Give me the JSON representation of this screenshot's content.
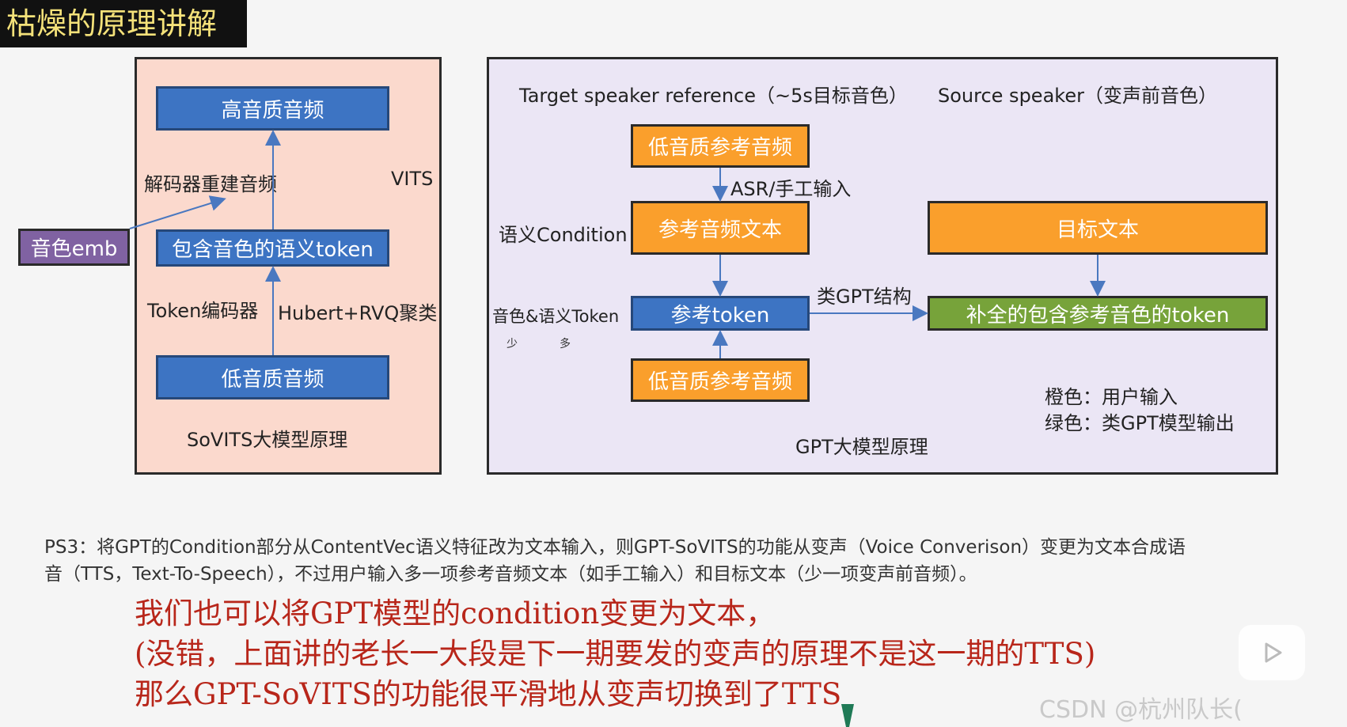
{
  "header": {
    "title": "枯燥的原理讲解"
  },
  "sovits": {
    "top_box": "高音质音频",
    "decode_label": "解码器重建音频",
    "vits_label": "VITS",
    "timbre_box": "音色emb",
    "token_box": "包含音色的语义token",
    "token_encoder_label": "Token编码器",
    "hubert_label": "Hubert+RVQ聚类",
    "bottom_box": "低音质音频",
    "caption": "SoVITS大模型原理"
  },
  "gpt": {
    "target_ref_label": "Target speaker reference（~5s目标音色）",
    "source_label": "Source speaker（变声前音色）",
    "ref_audio_top": "低音质参考音频",
    "asr_label": "ASR/手工输入",
    "semantic_condition_label": "语义Condition",
    "ref_text_box": "参考音频文本",
    "target_text_box": "目标文本",
    "gpt_struct_label": "类GPT结构",
    "timbre_semantic_label": "音色&语义Token",
    "less_label": "少",
    "more_label": "多",
    "ref_token_box": "参考token",
    "completed_box": "补全的包含参考音色的token",
    "ref_audio_bottom": "低音质参考音频",
    "legend_orange": "橙色：用户输入",
    "legend_green": "绿色：类GPT模型输出",
    "caption": "GPT大模型原理"
  },
  "note": {
    "line1": "PS3：将GPT的Condition部分从ContentVec语义特征改为文本输入，则GPT-SoVITS的功能从变声（Voice Converison）变更为文本合成语",
    "line2": "音（TTS，Text-To-Speech），不过用户输入多一项参考音频文本（如手工输入）和目标文本（少一项变声前音频）。"
  },
  "subtitle": {
    "line1": "我们也可以将GPT模型的condition变更为文本，",
    "line2": "(没错，上面讲的老长一大段是下一期要发的变声的原理不是这一期的TTS)",
    "line3": "那么GPT-SoVITS的功能很平滑地从变声切换到了TTS"
  },
  "watermark": {
    "text": "CSDN @杭州队长("
  },
  "colors": {
    "blue": "#3d74c3",
    "orange": "#fa9f2c",
    "green": "#77a33a",
    "purple": "#8062a2",
    "red_text": "#b8261a"
  }
}
